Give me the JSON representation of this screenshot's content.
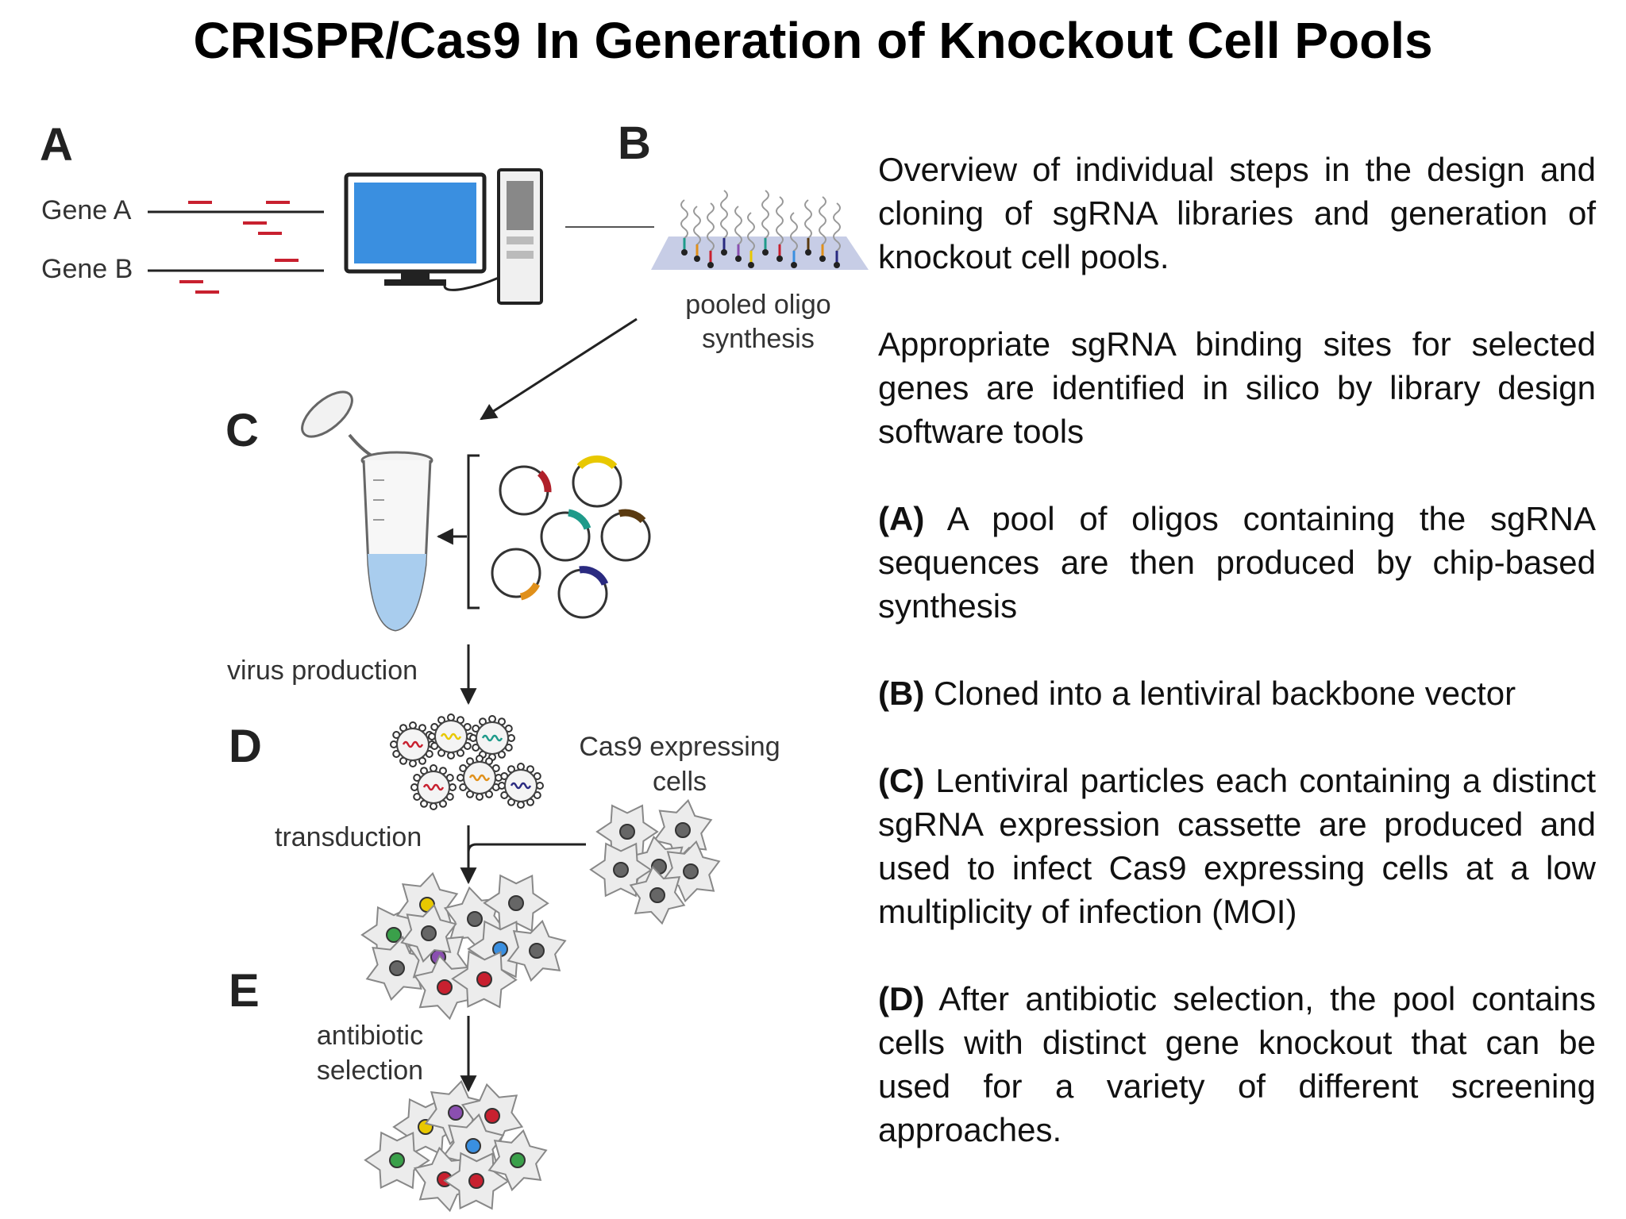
{
  "title": "CRISPR/Cas9 In Generation of Knockout Cell Pools",
  "diagram": {
    "panels": [
      "A",
      "B",
      "C",
      "D",
      "E"
    ],
    "gene_a": "Gene A",
    "gene_b": "Gene B",
    "pooled_oligo": [
      "pooled oligo",
      "synthesis"
    ],
    "virus_production": "virus production",
    "cas9_cells": [
      "Cas9 expressing",
      "cells"
    ],
    "transduction": "transduction",
    "antibiotic_selection": [
      "antibiotic",
      "selection"
    ],
    "colors": {
      "guide_red": "#c8202f",
      "monitor_blue": "#3a8fe0",
      "plasmid_red": "#b0202a",
      "plasmid_yellow": "#e8c800",
      "plasmid_teal": "#1f9a8a",
      "plasmid_brown": "#5a3a10",
      "plasmid_orange": "#e0901a",
      "plasmid_navy": "#2a2a80",
      "tube_liquid": "#a9cdee"
    }
  },
  "description": {
    "overview": "Overview of individual steps in the design and cloning of sgRNA libraries and generation of knockout cell pools.",
    "appropriate": "Appropriate sgRNA binding sites for selected genes are identified in silico by library design software tools",
    "steps": [
      {
        "label": "(A)",
        "text": "A pool of oligos containing the sgRNA sequences are then produced by chip-based synthesis"
      },
      {
        "label": "(B)",
        "text": "Cloned into a lentiviral backbone vector"
      },
      {
        "label": "(C)",
        "text": "Lentiviral particles each containing a distinct sgRNA expression cassette are produced and used to infect Cas9 expressing cells at a low multiplicity of infection (MOI)"
      },
      {
        "label": "(D)",
        "text": "After antibiotic selection, the pool contains cells with distinct gene knockout that can be used for a variety of different screening approaches."
      }
    ]
  }
}
